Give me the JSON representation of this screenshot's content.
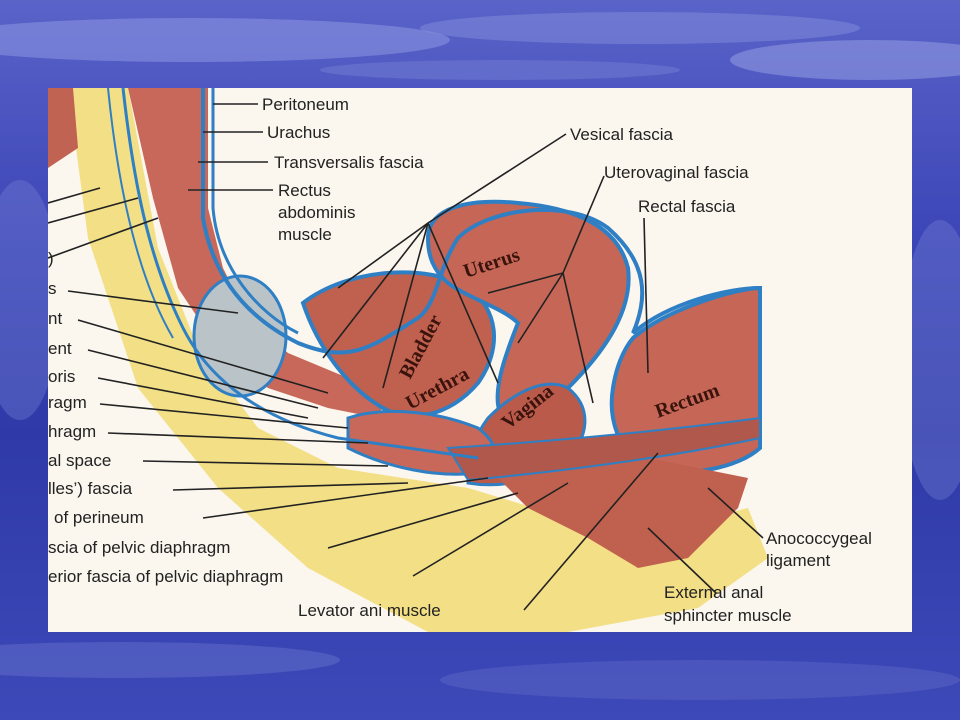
{
  "figure": {
    "labels_right": {
      "peritoneum": "Peritoneum",
      "urachus": "Urachus",
      "transversalis_fascia": "Transversalis fascia",
      "rectus_l1": "Rectus",
      "rectus_l2": "abdominis",
      "rectus_l3": "muscle",
      "vesical_fascia": "Vesical fascia",
      "uterovaginal_fascia": "Uterovaginal fascia",
      "rectal_fascia": "Rectal fascia",
      "anococcygeal_l1": "Anococcygeal",
      "anococcygeal_l2": "ligament",
      "external_anal_l1": "External anal",
      "external_anal_l2": "sphincter muscle",
      "levator_ani": "Levator ani muscle"
    },
    "labels_left": {
      "l1": ")",
      "l2": "s",
      "l3": "nt",
      "l4": "ent",
      "l5": "oris",
      "l6": "ragm",
      "l7": "hragm",
      "l8": "al space",
      "l9": "lles’) fascia",
      "l10": "of perineum",
      "l11": "scia of pelvic diaphragm",
      "l12": "erior fascia of pelvic diaphragm"
    },
    "organs": {
      "uterus": "Uterus",
      "bladder": "Bladder",
      "urethra": "Urethra",
      "vagina": "Vagina",
      "rectum": "Rectum"
    }
  },
  "colors": {
    "background_blue": "#3a44b6",
    "muscle": "#c8685a",
    "fascia": "#2f7fc4",
    "fat": "#f3df86",
    "bone": "#b9c3c8"
  }
}
